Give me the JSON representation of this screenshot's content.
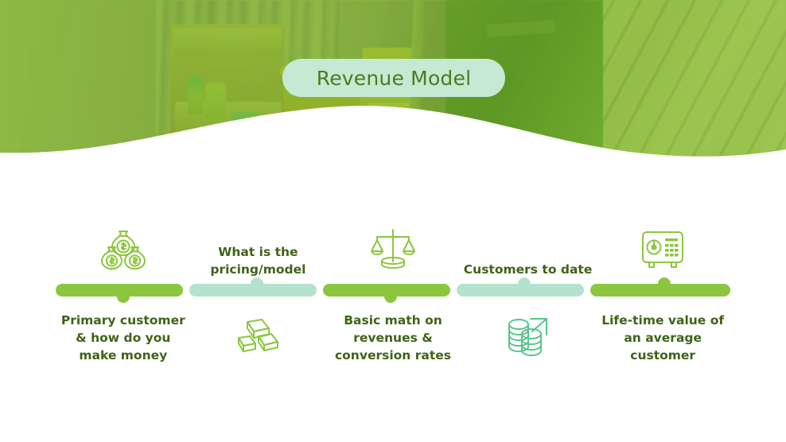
{
  "slide": {
    "title": "Revenue Model",
    "background_color": "#ffffff"
  },
  "theme": {
    "green": "#8cc63e",
    "mint": "#b5e2ce",
    "teal_icon": "#5cc38c",
    "label_text": "#3f6318",
    "title_text": "#4c7a1e",
    "title_pill_bg": "#c6e9d4"
  },
  "hero": {
    "name": "header-photo-banner",
    "description": "green-tinted photo of janitorial cleaning cart, mop, wet floor sign and staff member",
    "tint_color": "#8fc430"
  },
  "timeline": {
    "segments": [
      {
        "fill": "green",
        "marker": "green",
        "marker_position": "down"
      },
      {
        "fill": "mint",
        "marker": "mint",
        "marker_position": "up"
      },
      {
        "fill": "green",
        "marker": "green",
        "marker_position": "down"
      },
      {
        "fill": "mint",
        "marker": "mint",
        "marker_position": "up"
      },
      {
        "fill": "green",
        "marker": "green",
        "marker_position": "up"
      }
    ]
  },
  "columns": [
    {
      "index": 1,
      "top": {
        "type": "icon",
        "icon": "money-bags-icon",
        "color": "#8cc63e"
      },
      "bottom": {
        "type": "text",
        "label": "Primary customer & how do you make money"
      }
    },
    {
      "index": 2,
      "top": {
        "type": "text",
        "label": "What is the pricing/model"
      },
      "bottom": {
        "type": "icon",
        "icon": "gold-bars-icon",
        "color": "#8cc63e"
      }
    },
    {
      "index": 3,
      "top": {
        "type": "icon",
        "icon": "balance-scale-icon",
        "color": "#8cc63e"
      },
      "bottom": {
        "type": "text",
        "label": "Basic math on revenues & conversion rates"
      }
    },
    {
      "index": 4,
      "top": {
        "type": "text",
        "label": "Customers to date"
      },
      "bottom": {
        "type": "icon",
        "icon": "coins-growth-arrow-icon",
        "color": "#5cc38c"
      }
    },
    {
      "index": 5,
      "top": {
        "type": "icon",
        "icon": "safe-vault-icon",
        "color": "#8cc63e"
      },
      "bottom": {
        "type": "text",
        "label": "Life-time value of an average customer"
      }
    }
  ]
}
